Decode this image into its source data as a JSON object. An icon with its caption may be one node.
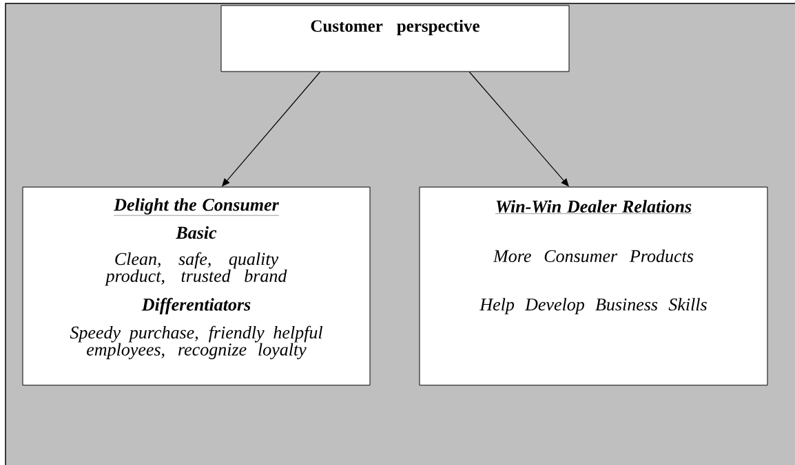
{
  "diagram": {
    "nodes": [
      {
        "text": [
          "Customer perspective"
        ]
      },
      {
        "text": [
          "Delight the Consumer",
          "Basic",
          "Clean, safe, quality product, trusted brand",
          "Differentiators",
          "Speedy purchase, friendly helpful employees, recognize loyalty"
        ]
      },
      {
        "text": [
          "Win-Win Dealer Relations",
          "More Consumer Products",
          "Help Develop Business Skills"
        ]
      }
    ],
    "edges": [
      {
        "from": 0,
        "to": 1,
        "arrow": "to"
      },
      {
        "from": 0,
        "to": 2,
        "arrow": "to"
      }
    ]
  }
}
